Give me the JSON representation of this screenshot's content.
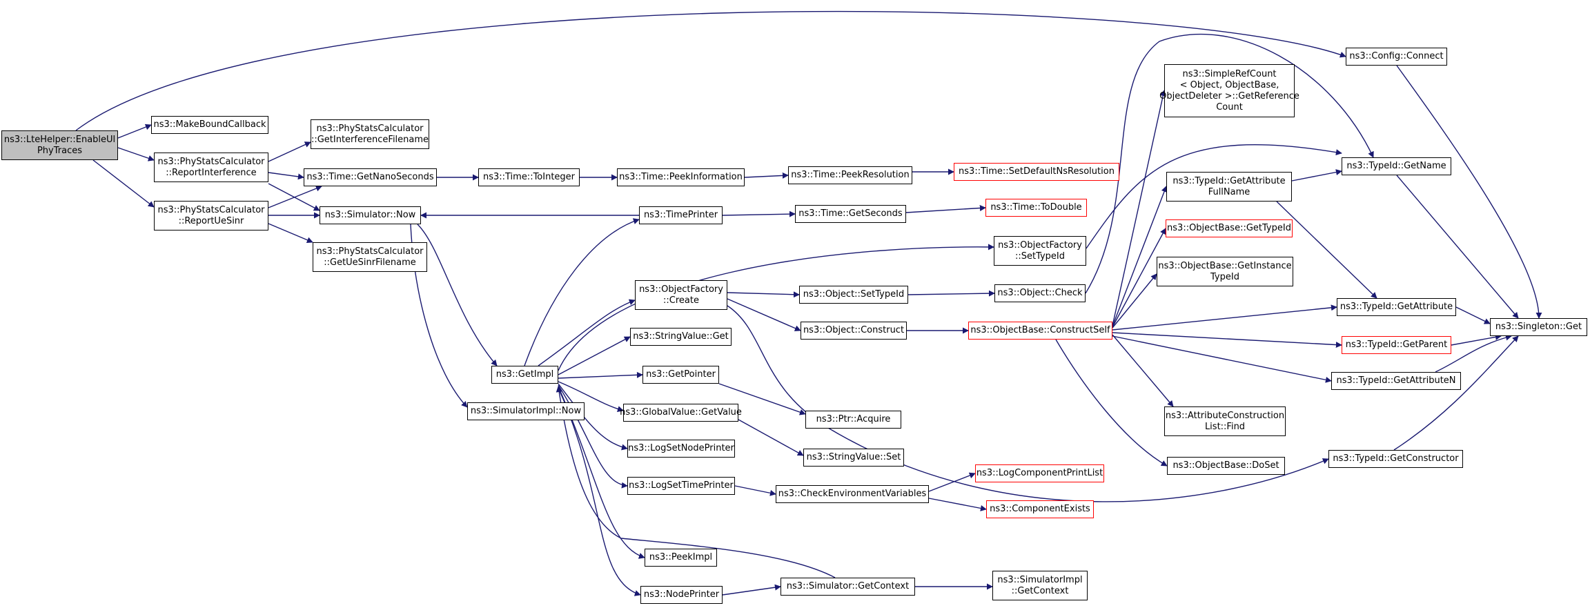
{
  "graph": {
    "edge_color": "#191970",
    "colors": {
      "root_fill": "#bfbfbf",
      "node_border": "#000000",
      "truncated_border": "#ff0000"
    },
    "nodes": {
      "root": "ns3::LteHelper::EnableUl\nPhyTraces",
      "make_bound_callback": "ns3::MakeBoundCallback",
      "report_interference": "ns3::PhyStatsCalculator\n::ReportInterference",
      "report_ue_sinr": "ns3::PhyStatsCalculator\n::ReportUeSinr",
      "get_interference_filename": "ns3::PhyStatsCalculator\n::GetInterferenceFilename",
      "get_nano_seconds": "ns3::Time::GetNanoSeconds",
      "simulator_now": "ns3::Simulator::Now",
      "get_ue_sinr_filename": "ns3::PhyStatsCalculator\n::GetUeSinrFilename",
      "to_integer": "ns3::Time::ToInteger",
      "peek_information": "ns3::Time::PeekInformation",
      "peek_resolution": "ns3::Time::PeekResolution",
      "set_default_ns_resolution": "ns3::Time::SetDefaultNsResolution",
      "time_printer": "ns3::TimePrinter",
      "get_seconds": "ns3::Time::GetSeconds",
      "to_double": "ns3::Time::ToDouble",
      "get_impl": "ns3::GetImpl",
      "simulator_impl_now": "ns3::SimulatorImpl::Now",
      "object_factory_create": "ns3::ObjectFactory\n::Create",
      "string_value_get": "ns3::StringValue::Get",
      "get_pointer": "ns3::GetPointer",
      "global_value_get_value": "ns3::GlobalValue::GetValue",
      "log_set_node_printer": "ns3::LogSetNodePrinter",
      "log_set_time_printer": "ns3::LogSetTimePrinter",
      "peek_impl": "ns3::PeekImpl",
      "node_printer": "ns3::NodePrinter",
      "object_set_type_id": "ns3::Object::SetTypeId",
      "object_construct": "ns3::Object::Construct",
      "ptr_acquire": "ns3::Ptr::Acquire",
      "string_value_set": "ns3::StringValue::Set",
      "check_environment_variables": "ns3::CheckEnvironmentVariables",
      "simulator_get_context": "ns3::Simulator::GetContext",
      "object_factory_set_type_id": "ns3::ObjectFactory\n::SetTypeId",
      "object_check": "ns3::Object::Check",
      "object_base_construct_self": "ns3::ObjectBase::ConstructSelf",
      "log_component_print_list": "ns3::LogComponentPrintList",
      "component_exists": "ns3::ComponentExists",
      "simulator_impl_get_context": "ns3::SimulatorImpl\n::GetContext",
      "simple_ref_count_get_reference_count": "ns3::SimpleRefCount\n< Object, ObjectBase,\nObjectDeleter >::GetReference\nCount",
      "type_id_get_attribute_full_name": "ns3::TypeId::GetAttribute\nFullName",
      "object_base_get_type_id": "ns3::ObjectBase::GetTypeId",
      "object_base_get_instance_type_id": "ns3::ObjectBase::GetInstance\nTypeId",
      "attribute_construction_list_find": "ns3::AttributeConstruction\nList::Find",
      "object_base_do_set": "ns3::ObjectBase::DoSet",
      "config_connect": "ns3::Config::Connect",
      "type_id_get_name": "ns3::TypeId::GetName",
      "type_id_get_attribute": "ns3::TypeId::GetAttribute",
      "type_id_get_parent": "ns3::TypeId::GetParent",
      "type_id_get_attribute_n": "ns3::TypeId::GetAttributeN",
      "type_id_get_constructor": "ns3::TypeId::GetConstructor",
      "singleton_get": "ns3::Singleton::Get"
    }
  }
}
